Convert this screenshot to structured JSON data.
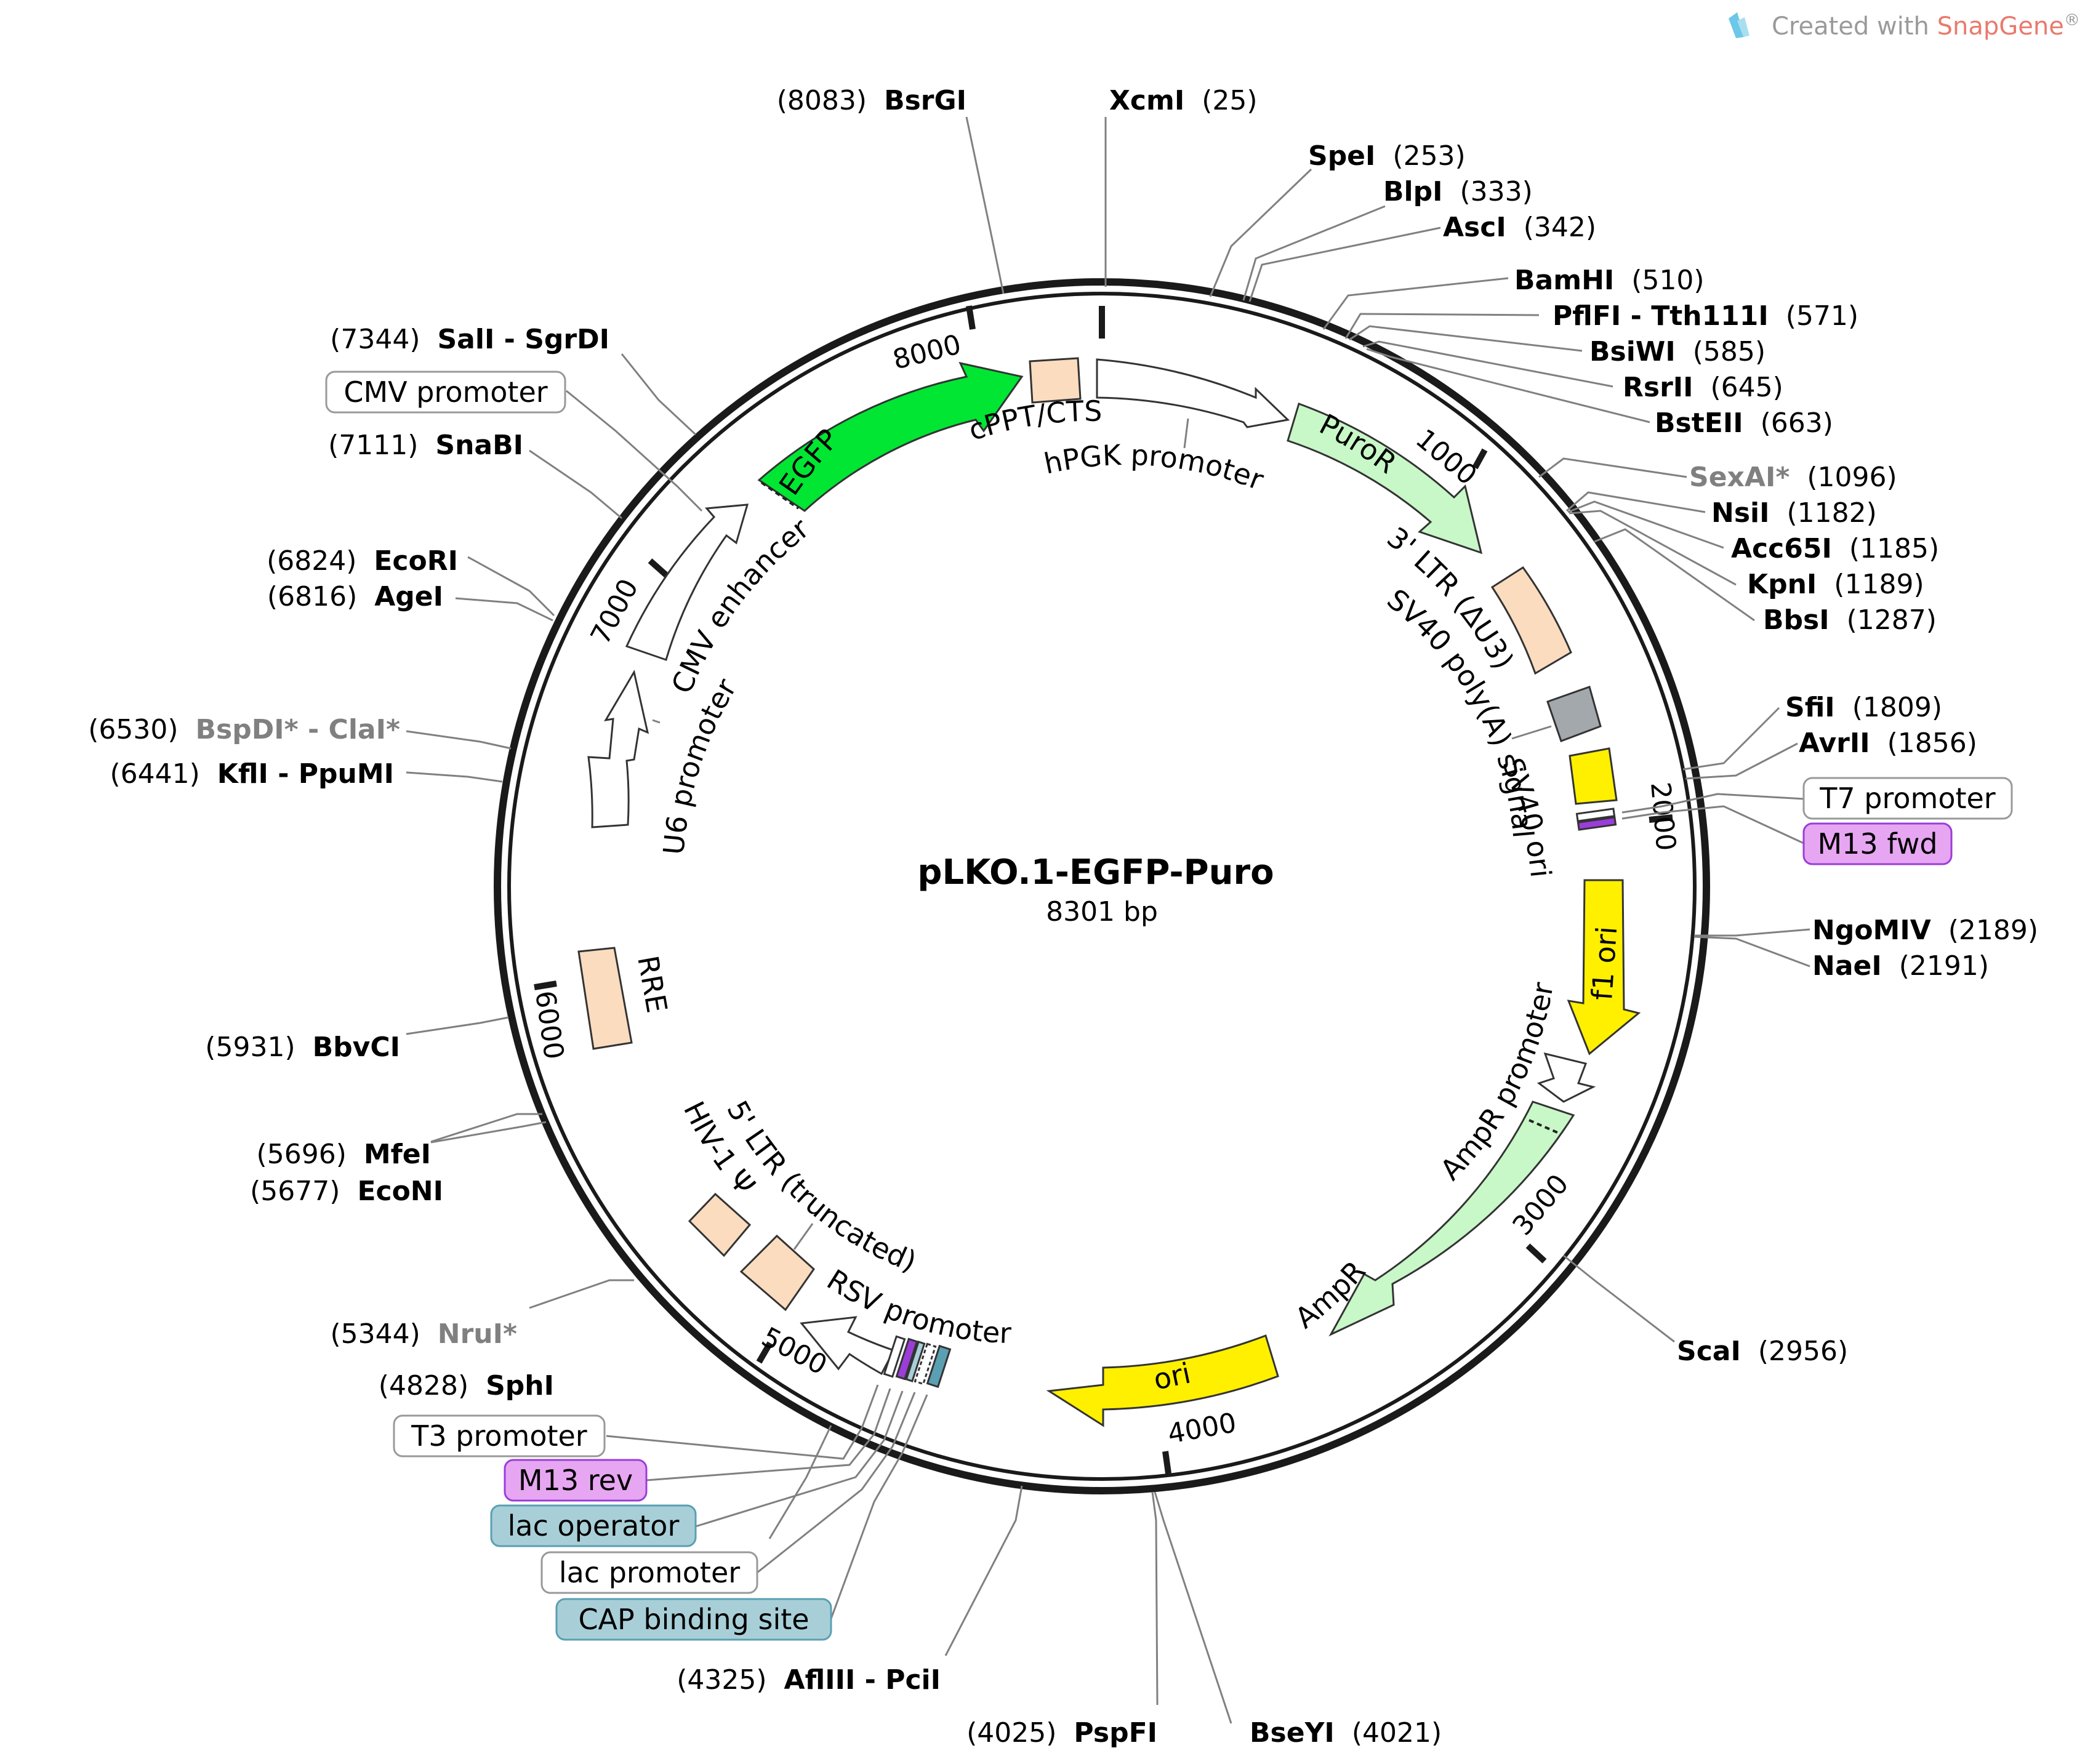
{
  "brand": {
    "prefix": "Created with ",
    "name": "SnapGene",
    "suffix": "®"
  },
  "plasmid": {
    "name": "pLKO.1-EGFP-Puro",
    "length": "8301 bp"
  },
  "ticks": [
    "1000",
    "2000",
    "3000",
    "4000",
    "5000",
    "6000",
    "7000",
    "8000"
  ],
  "sites": [
    {
      "name": "XcmI",
      "pos": "(25)",
      "gray": false
    },
    {
      "name": "SpeI",
      "pos": "(253)",
      "gray": false
    },
    {
      "name": "BlpI",
      "pos": "(333)",
      "gray": false
    },
    {
      "name": "AscI",
      "pos": "(342)",
      "gray": false
    },
    {
      "name": "BamHI",
      "pos": "(510)",
      "gray": false
    },
    {
      "name": "PflFI - Tth111I",
      "pos": "(571)",
      "gray": false
    },
    {
      "name": "BsiWI",
      "pos": "(585)",
      "gray": false
    },
    {
      "name": "RsrII",
      "pos": "(645)",
      "gray": false
    },
    {
      "name": "BstEII",
      "pos": "(663)",
      "gray": false
    },
    {
      "name": "SexAI*",
      "pos": "(1096)",
      "gray": true
    },
    {
      "name": "NsiI",
      "pos": "(1182)",
      "gray": false
    },
    {
      "name": "Acc65I",
      "pos": "(1185)",
      "gray": false
    },
    {
      "name": "KpnI",
      "pos": "(1189)",
      "gray": false
    },
    {
      "name": "BbsI",
      "pos": "(1287)",
      "gray": false
    },
    {
      "name": "SfiI",
      "pos": "(1809)",
      "gray": false
    },
    {
      "name": "AvrII",
      "pos": "(1856)",
      "gray": false
    },
    {
      "name": "NgoMIV",
      "pos": "(2189)",
      "gray": false
    },
    {
      "name": "NaeI",
      "pos": "(2191)",
      "gray": false
    },
    {
      "name": "ScaI",
      "pos": "(2956)",
      "gray": false
    },
    {
      "name": "BseYI",
      "pos": "(4021)",
      "gray": false
    },
    {
      "name": "PspFI",
      "pos": "(4025)",
      "gray": false
    },
    {
      "name": "AflIII - PciI",
      "pos": "(4325)",
      "gray": false
    },
    {
      "name": "SphI",
      "pos": "(4828)",
      "gray": false
    },
    {
      "name": "NruI*",
      "pos": "(5344)",
      "gray": true
    },
    {
      "name": "EcoNI",
      "pos": "(5677)",
      "gray": false
    },
    {
      "name": "MfeI",
      "pos": "(5696)",
      "gray": false
    },
    {
      "name": "BbvCI",
      "pos": "(5931)",
      "gray": false
    },
    {
      "name": "KflI - PpuMI",
      "pos": "(6441)",
      "gray": false
    },
    {
      "name": "BspDI* - ClaI*",
      "pos": "(6530)",
      "gray": true
    },
    {
      "name": "AgeI",
      "pos": "(6816)",
      "gray": false
    },
    {
      "name": "EcoRI",
      "pos": "(6824)",
      "gray": false
    },
    {
      "name": "SnaBI",
      "pos": "(7111)",
      "gray": false
    },
    {
      "name": "SalI - SgrDI",
      "pos": "(7344)",
      "gray": false
    },
    {
      "name": "BsrGI",
      "pos": "(8083)",
      "gray": false
    }
  ],
  "outer_features": [
    {
      "label": "T7 promoter",
      "color": "#ffffff"
    },
    {
      "label": "M13 fwd",
      "color": "#e7a6f2"
    },
    {
      "label": "CMV promoter",
      "color": "#ffffff"
    },
    {
      "label": "T3 promoter",
      "color": "#ffffff"
    },
    {
      "label": "M13 rev",
      "color": "#e7a6f2"
    },
    {
      "label": "lac operator",
      "color": "#a8cfd8"
    },
    {
      "label": "lac promoter",
      "color": "#ffffff"
    },
    {
      "label": "CAP binding site",
      "color": "#a8cfd8"
    }
  ],
  "features": [
    {
      "label": "EGFP",
      "color": "#00e633"
    },
    {
      "label": "cPPT/CTS",
      "color": "#fbdcbf"
    },
    {
      "label": "hPGK promoter",
      "color": "#ffffff"
    },
    {
      "label": "PuroR",
      "color": "#c8f7c8"
    },
    {
      "label": "3' LTR (ΔU3)",
      "color": "#fbdcbf"
    },
    {
      "label": "SV40 poly(A) signal",
      "color": "#a3a8ad"
    },
    {
      "label": "SV40 ori",
      "color": "#fff000"
    },
    {
      "label": "f1 ori",
      "color": "#fff000"
    },
    {
      "label": "AmpR promoter",
      "color": "#ffffff"
    },
    {
      "label": "AmpR",
      "color": "#c8f7c8"
    },
    {
      "label": "ori",
      "color": "#fff000"
    },
    {
      "label": "RSV promoter",
      "color": "#ffffff"
    },
    {
      "label": "5' LTR (truncated)",
      "color": "#fbdcbf"
    },
    {
      "label": "HIV-1 Ψ",
      "color": "#fbdcbf"
    },
    {
      "label": "RRE",
      "color": "#fbdcbf"
    },
    {
      "label": "U6 promoter",
      "color": "#ffffff"
    },
    {
      "label": "CMV enhancer",
      "color": "#ffffff"
    }
  ]
}
